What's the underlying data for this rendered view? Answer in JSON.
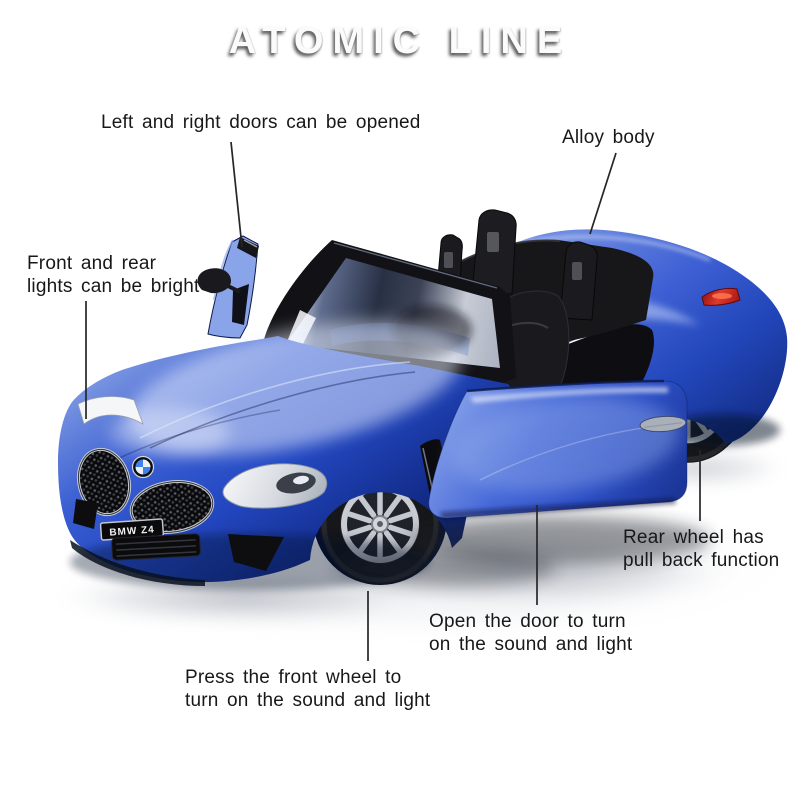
{
  "brand": {
    "title": "ATOMIC LINE"
  },
  "annotations": {
    "doors": "Left and right doors can be opened",
    "alloy": "Alloy body",
    "lights": "Front and rear\nlights can be bright",
    "rear_wheel": "Rear wheel has\npull back function",
    "open_door": "Open the door to turn\non the sound and light",
    "front_wheel": "Press the front wheel to\nturn on the sound and light"
  },
  "car": {
    "model": "toy roadster convertible, front-left view, both doors open",
    "license_plate": "BMW Z4",
    "badge_icon": "bmw-roundel",
    "colors": {
      "body_blue": "#2b4fc0",
      "body_highlight": "#7d98e2",
      "body_shadow": "#142e8e",
      "interior_black": "#141418",
      "wheel_silver": "#c9ccd2",
      "tail_light_red": "#d6281e",
      "label_text": "#17181a"
    }
  }
}
